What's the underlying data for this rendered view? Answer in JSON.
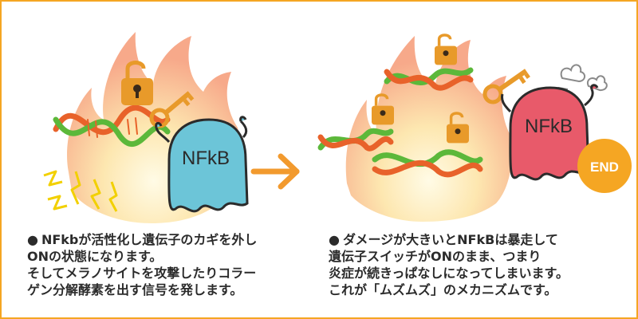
{
  "left_panel": {
    "creature_label": "NFkB",
    "caption_bullet": "●",
    "caption_lines": [
      "NFkbが活性化し遺伝子のカギを外し",
      "ONの状態になります。",
      "そしてメラノサイトを攻撃したりコラー",
      "ゲン分解酵素を出す信号を発します。"
    ]
  },
  "right_panel": {
    "creature_label": "NFkB",
    "end_badge": "END",
    "caption_bullet": "●",
    "caption_lines": [
      "ダメージが大きいとNFkBは暴走して",
      "遺伝子スイッチがONのまま、つまり",
      "炎症が続きっぱなしになってしまいます。",
      "これが「ムズムズ」のメカニズムです。"
    ]
  },
  "colors": {
    "border": "#f5a623",
    "flame_outer": "#f7a98a",
    "flame_inner": "#fde7b0",
    "dna_orange": "#e8622a",
    "dna_green": "#5cb83a",
    "lock": "#e89a2a",
    "creature_blue": "#6cc5d8",
    "creature_red": "#e85a6a",
    "arrow": "#f29a2e",
    "end_badge": "#f5a623",
    "spark": "#f2d000"
  }
}
